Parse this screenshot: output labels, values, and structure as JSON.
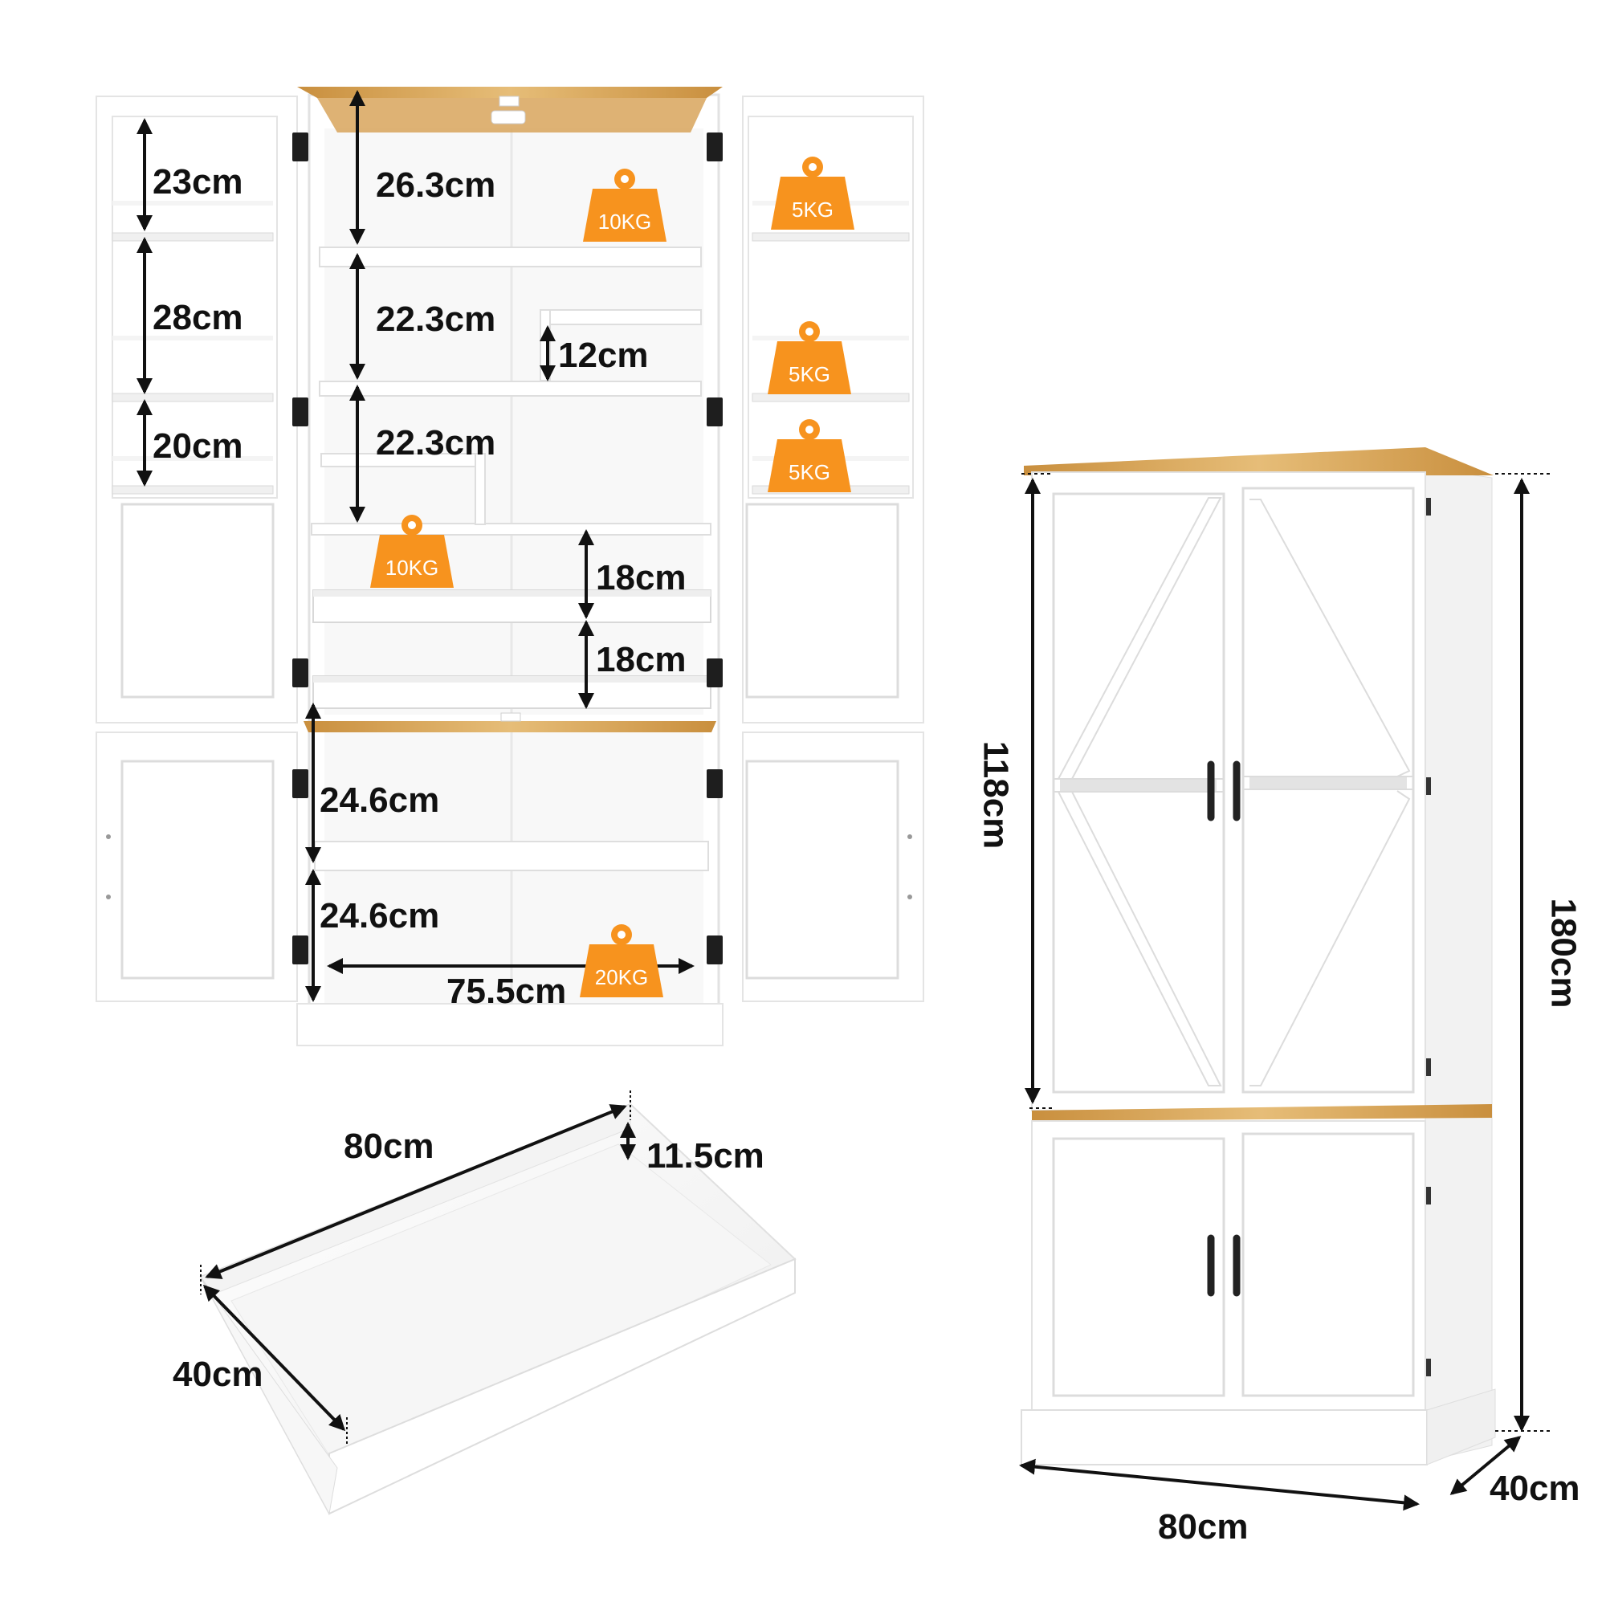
{
  "colors": {
    "weight_badge": "#F7931E",
    "wood_top": "#D9A95B",
    "cabinet_white": "#FFFFFF",
    "panel_shade": "#EEEEEE",
    "arrow": "#111111",
    "hardware": "#222222"
  },
  "interior": {
    "door_left_gaps": [
      "23cm",
      "28cm",
      "20cm"
    ],
    "upper_gaps": [
      "26.3cm",
      "22.3cm",
      "22.3cm"
    ],
    "mid_shelf_gap": "12cm",
    "drawer_gaps": [
      "18cm",
      "18cm"
    ],
    "lower_gaps": [
      "24.6cm",
      "24.6cm"
    ],
    "inner_width": "75.5cm"
  },
  "weights": {
    "top_shelf": "10KG",
    "drawer": "10KG",
    "bottom": "20KG",
    "door_racks": [
      "5KG",
      "5KG",
      "5KG"
    ]
  },
  "drawer_detail": {
    "width": "80cm",
    "height": "11.5cm",
    "depth": "40cm"
  },
  "cabinet": {
    "upper_height": "118cm",
    "total_height": "180cm",
    "width": "80cm",
    "depth": "40cm"
  },
  "icons": [
    "weight-icon",
    "door-handle-icon",
    "hinge-icon",
    "dimension-arrow-icon"
  ]
}
